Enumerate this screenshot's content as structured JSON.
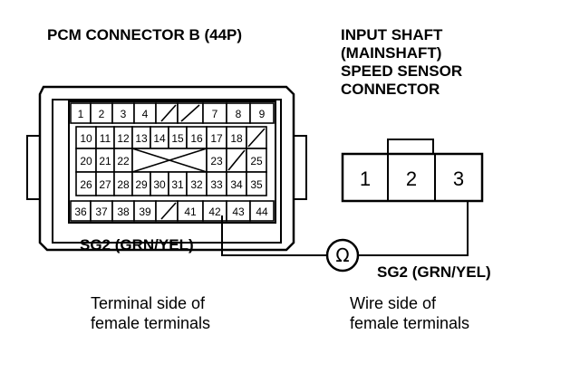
{
  "pcm": {
    "title": "PCM CONNECTOR B (44P)",
    "row1": [
      "1",
      "2",
      "3",
      "4",
      "",
      "",
      "7",
      "8",
      "9"
    ],
    "row2": [
      "10",
      "11",
      "12",
      "13",
      "14",
      "15",
      "16",
      "17",
      "18",
      ""
    ],
    "row3": [
      "20",
      "21",
      "22",
      "",
      "",
      "",
      "",
      "23",
      "",
      "25"
    ],
    "row4": [
      "26",
      "27",
      "28",
      "29",
      "30",
      "31",
      "32",
      "33",
      "34",
      "35"
    ],
    "row5": [
      "36",
      "37",
      "38",
      "39",
      "",
      "41",
      "42",
      "43",
      "44"
    ],
    "wire_label": "SG2 (GRN/YEL)",
    "caption": [
      "Terminal side of",
      "female terminals"
    ]
  },
  "sensor": {
    "title": [
      "INPUT SHAFT",
      "(MAINSHAFT)",
      "SPEED SENSOR",
      "CONNECTOR"
    ],
    "pins": [
      "1",
      "2",
      "3"
    ],
    "wire_label": "SG2 (GRN/YEL)",
    "caption": [
      "Wire side of",
      "female terminals"
    ]
  },
  "meter": {
    "symbol": "Ω"
  }
}
